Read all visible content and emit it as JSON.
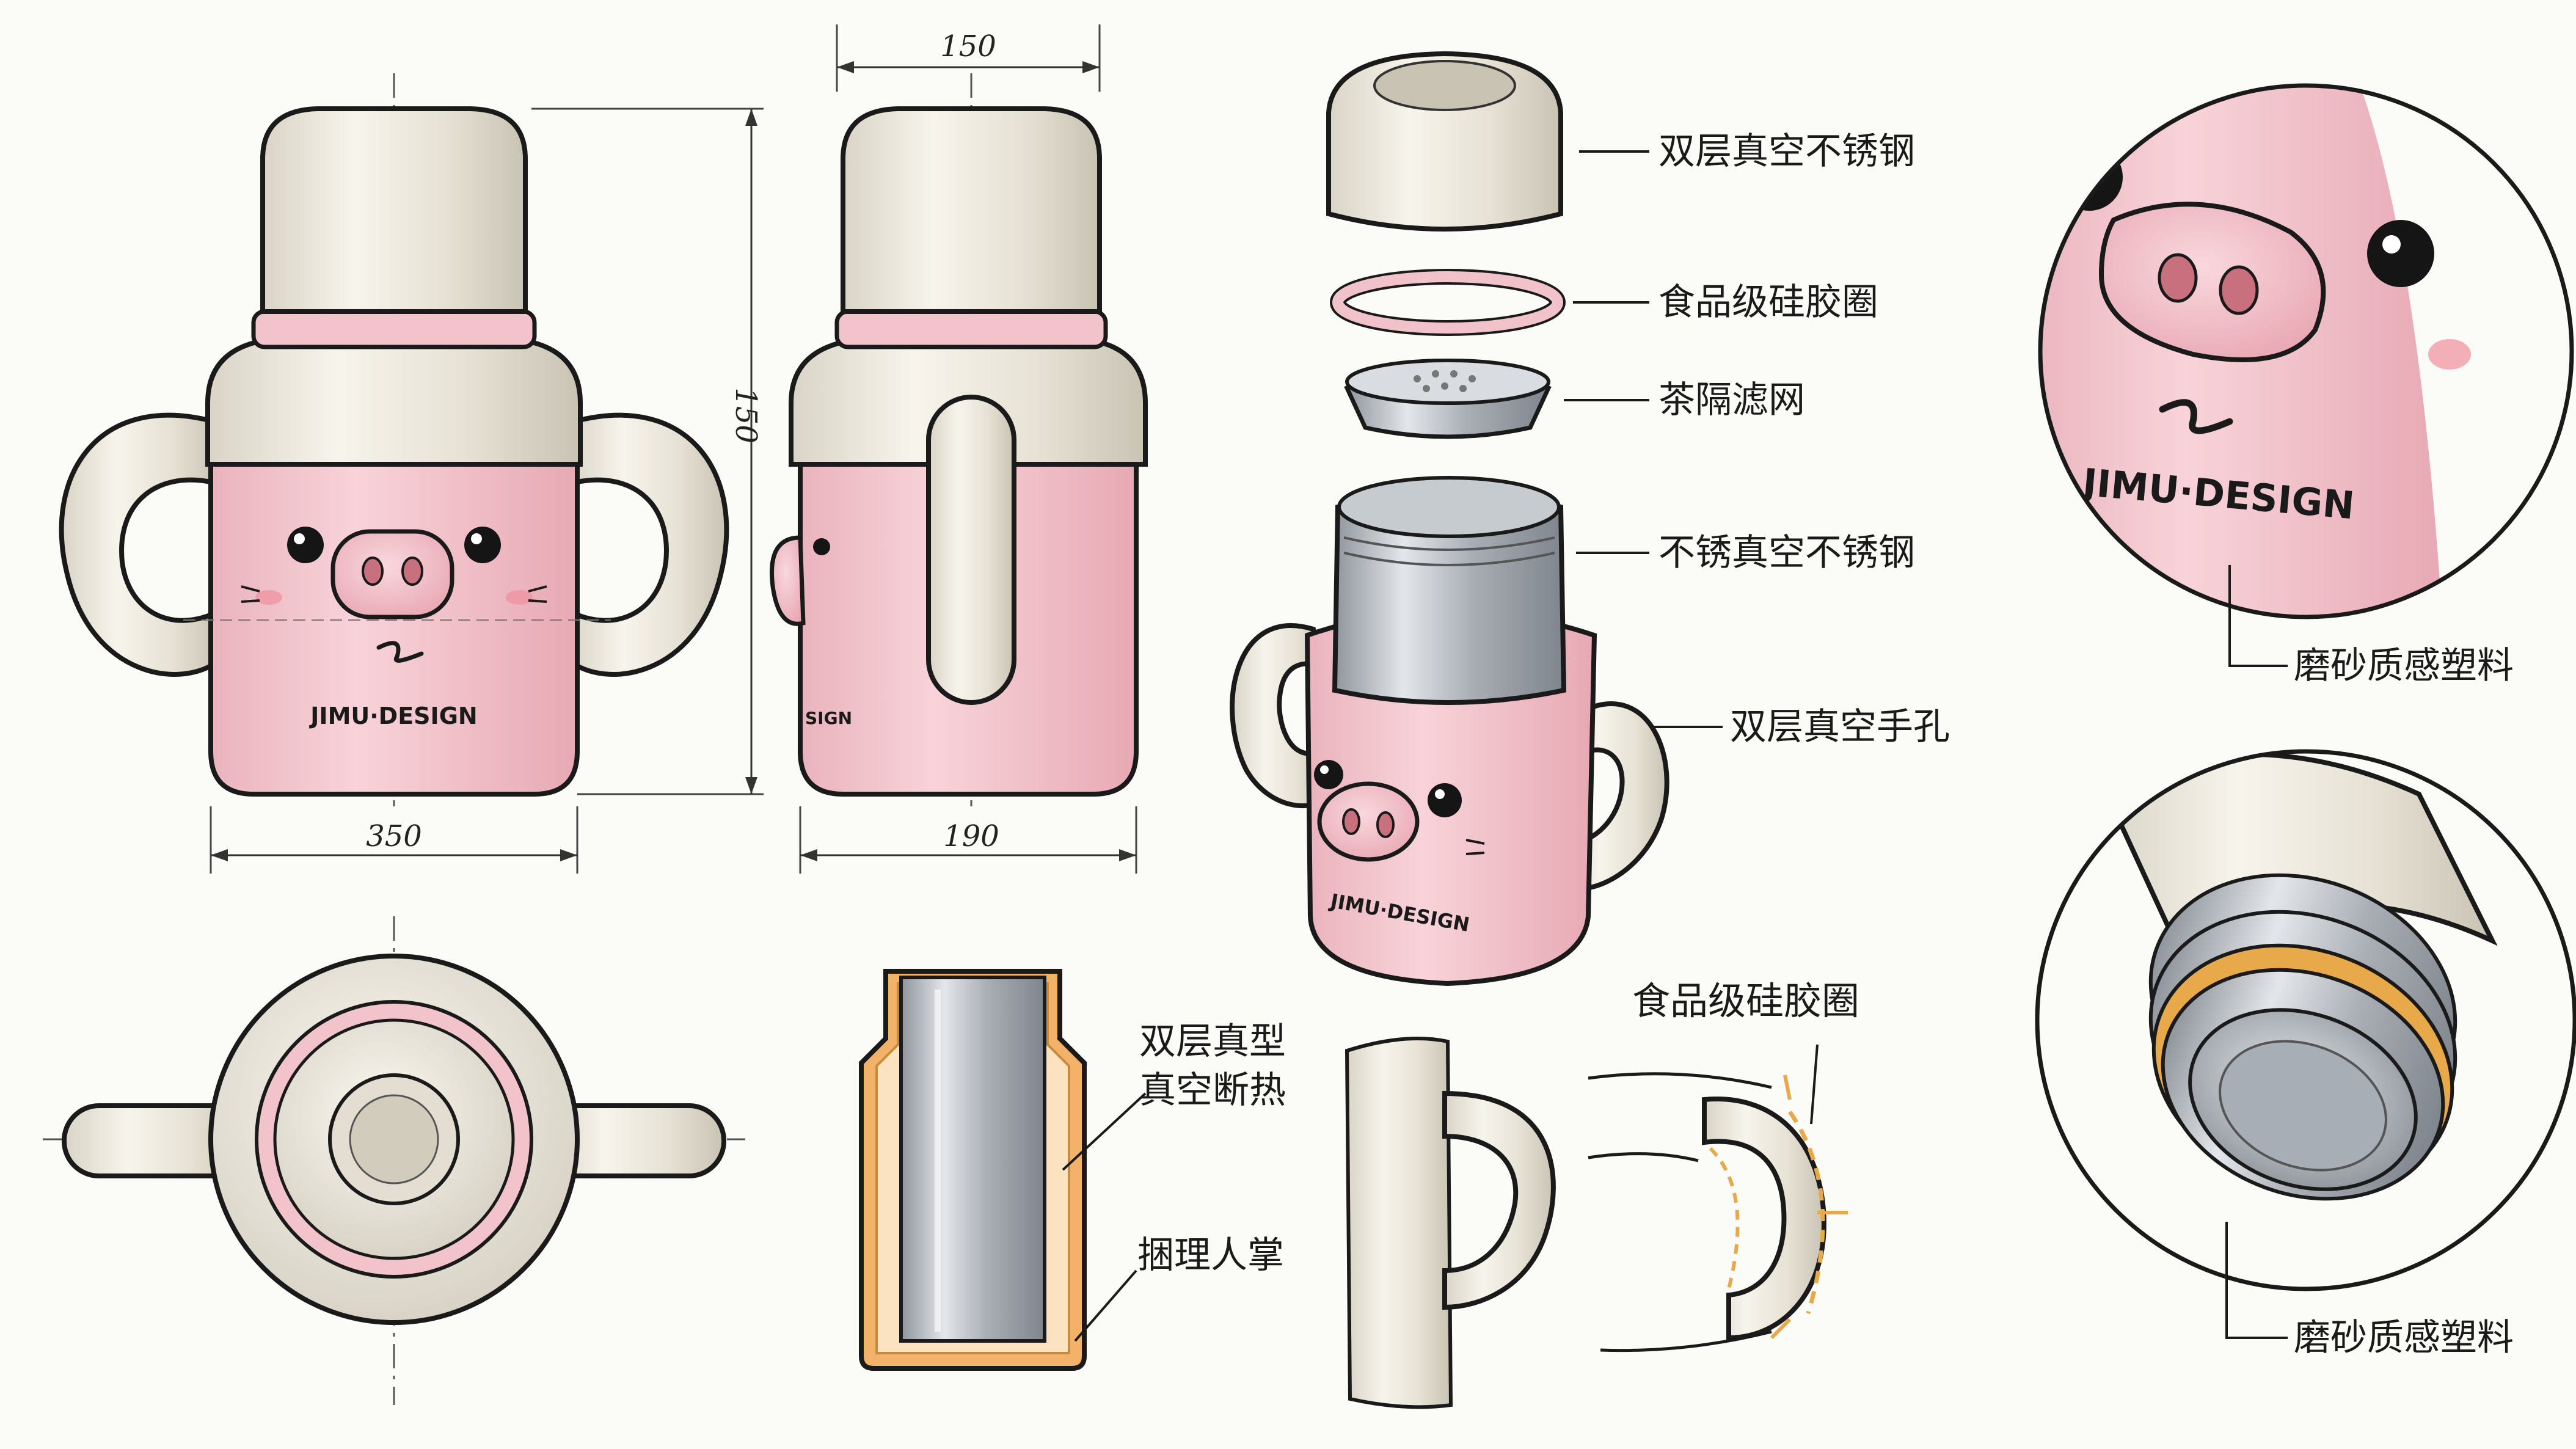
{
  "dimensions": {
    "front_width": "350",
    "height": "150",
    "side_top_width": "150",
    "side_bottom_width": "190"
  },
  "branding": {
    "logo_text": "JIMU·DESIGN",
    "side_logo_fragment": "SIGN"
  },
  "exploded_labels": {
    "cap": "双层真空不锈钢",
    "ring": "食品级硅胶圈",
    "filter": "茶隔滤网",
    "inner": "不锈真空不锈钢",
    "handle_hole": "双层真空手孔"
  },
  "section_labels": {
    "wall_line1": "双层真型",
    "wall_line2": "真空断热",
    "palm": "捆理人掌"
  },
  "handle_label": "食品级硅胶圈",
  "detail_labels": {
    "face_material": "磨砂质感塑料",
    "thread_material": "磨砂质感塑料"
  },
  "colors": {
    "pink": "#f5c7ce",
    "pink_deep": "#e89aa8",
    "cream": "#ece8dc",
    "steel": "#b9bec4",
    "orange": "#e8a94a",
    "ink": "#1a1a1a"
  }
}
